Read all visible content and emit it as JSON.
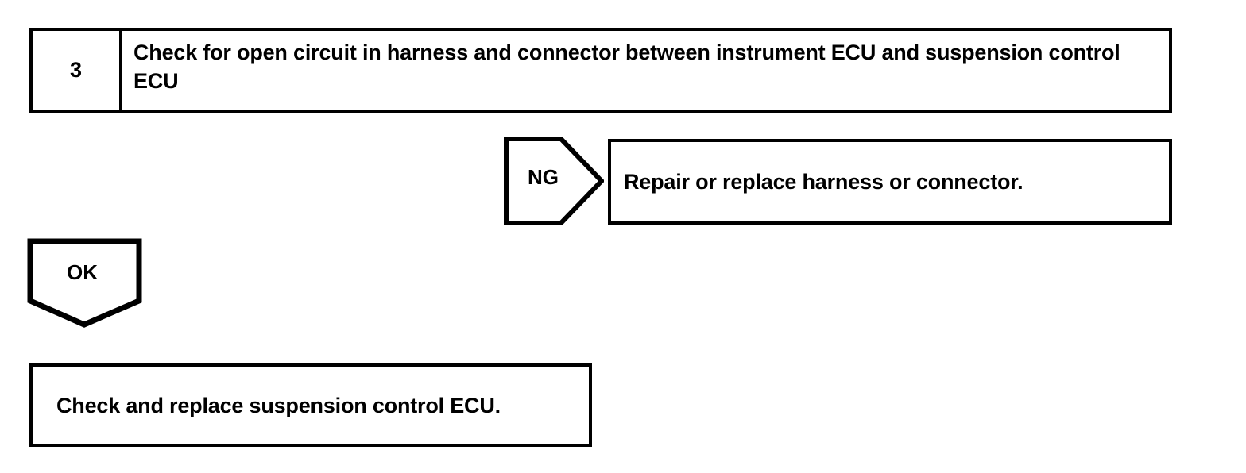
{
  "page": {
    "kind": "troubleshooting-flowchart",
    "background_color": "#ffffff",
    "line_color": "#000000"
  },
  "step": {
    "number": "3",
    "instruction": "Check for open circuit in harness and connector between instrument ECU and suspension control ECU"
  },
  "branches": [
    {
      "result_label": "NG",
      "direction": "right",
      "shape": "pentagon-arrow-right",
      "outcome_text": "Repair or replace harness or connector."
    },
    {
      "result_label": "OK",
      "direction": "down",
      "shape": "pentagon-arrow-down",
      "outcome_text": "Check and replace suspension control ECU."
    }
  ],
  "ng_branch": {
    "label": "NG",
    "outcome": "Repair or replace harness or connector."
  },
  "ok_branch": {
    "label": "OK",
    "outcome": "Check and replace suspension control ECU."
  }
}
